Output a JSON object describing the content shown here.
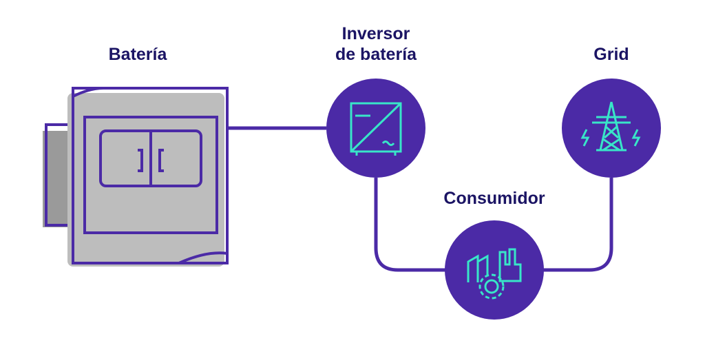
{
  "labels": {
    "battery": "Batería",
    "inverter_line1": "Inversor",
    "inverter_line2": "de batería",
    "consumer": "Consumidor",
    "grid": "Grid"
  },
  "colors": {
    "node_fill": "#4b2aa6",
    "line": "#4b2aa6",
    "icon": "#38e6c8",
    "battery_body": "#bdbdbd",
    "battery_side": "#9a9a9a",
    "label_text": "#1b1464"
  },
  "icons": {
    "inverter": "inverter-icon",
    "grid": "transmission-tower-icon",
    "consumer": "factory-gear-icon"
  }
}
